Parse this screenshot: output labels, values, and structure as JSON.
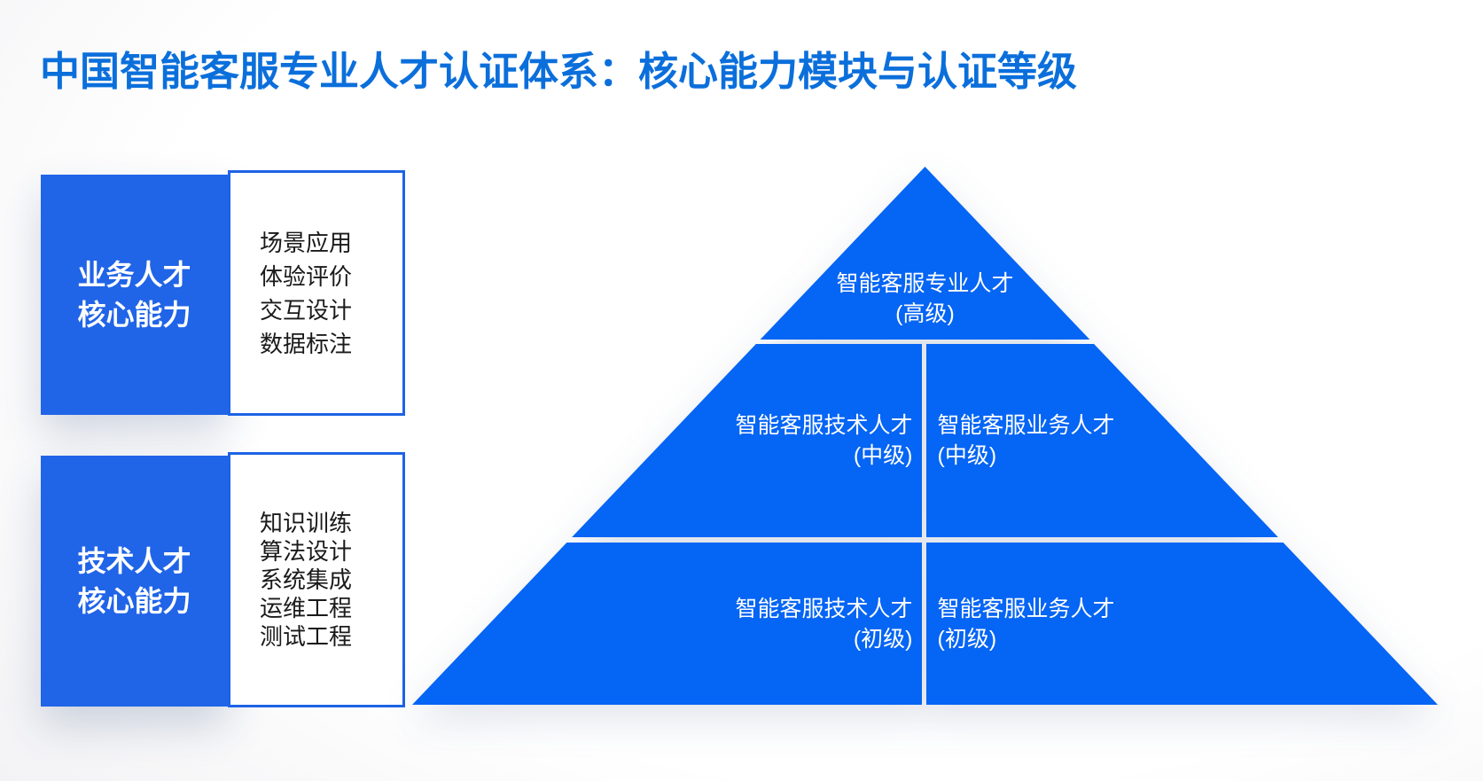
{
  "title": "中国智能客服专业人才认证体系：核心能力模块与认证等级",
  "colors": {
    "pyramid_blue": "#0565F4",
    "box_blue": "#2064E8",
    "border_blue": "#1E63E6",
    "title_blue": "#0B6FDB",
    "list_text": "#1A1A1A",
    "background_edge": "#EFEFF2",
    "label_text": "#FFFFFF"
  },
  "capability_blocks": [
    {
      "label_line1": "业务人才",
      "label_line2": "核心能力",
      "items": [
        "场景应用",
        "体验评价",
        "交互设计",
        "数据标注"
      ]
    },
    {
      "label_line1": "技术人才",
      "label_line2": "核心能力",
      "items": [
        "知识训练",
        "算法设计",
        "系统集成",
        "运维工程",
        "测试工程"
      ]
    }
  ],
  "pyramid": {
    "levels": [
      {
        "cells": [
          {
            "line1": "智能客服专业人才",
            "line2": "(高级)"
          }
        ]
      },
      {
        "cells": [
          {
            "line1": "智能客服技术人才",
            "line2": "(中级)"
          },
          {
            "line1": "智能客服业务人才",
            "line2": "(中级)"
          }
        ]
      },
      {
        "cells": [
          {
            "line1": "智能客服技术人才",
            "line2": "(初级)"
          },
          {
            "line1": "智能客服业务人才",
            "line2": "(初级)"
          }
        ]
      }
    ]
  }
}
